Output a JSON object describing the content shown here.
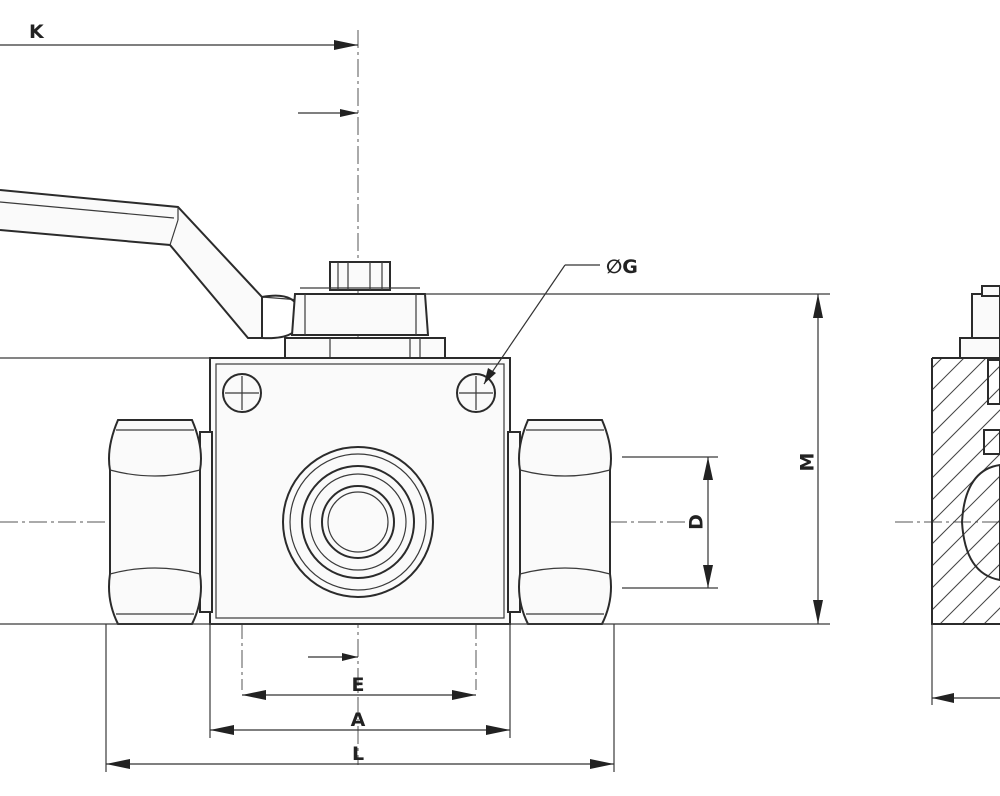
{
  "labels": {
    "K": "K",
    "G": "∅G",
    "M": "M",
    "D": "D",
    "E": "E",
    "A": "A",
    "L": "L"
  }
}
